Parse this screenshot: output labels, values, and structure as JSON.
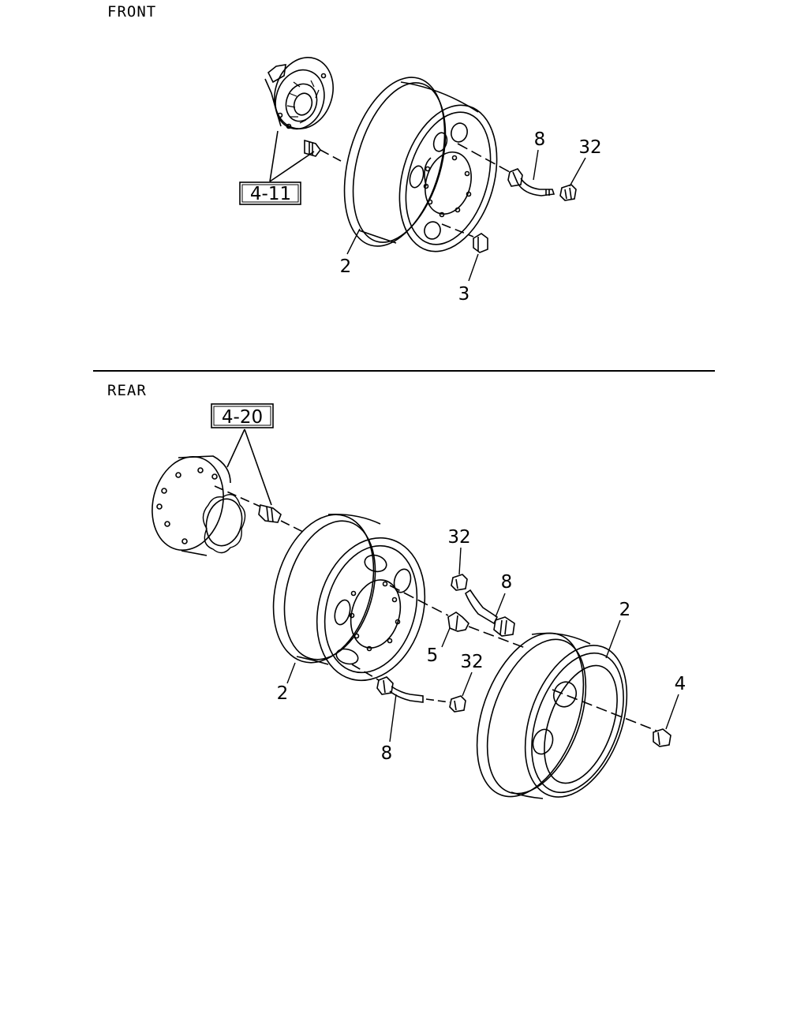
{
  "sections": {
    "front": {
      "title": "FRONT"
    },
    "rear": {
      "title": "REAR"
    }
  },
  "front": {
    "ref_box": "4-11",
    "callouts": {
      "wheel": "2",
      "nut": "3",
      "valve_ext": "8",
      "cap": "32"
    }
  },
  "rear": {
    "ref_box": "4-20",
    "callouts": {
      "inner_wheel": "2",
      "outer_wheel": "2",
      "inner_nut": "5",
      "outer_nut": "4",
      "valve_ext_upper": "8",
      "valve_ext_lower": "8",
      "cap_upper": "32",
      "cap_lower": "32"
    }
  }
}
